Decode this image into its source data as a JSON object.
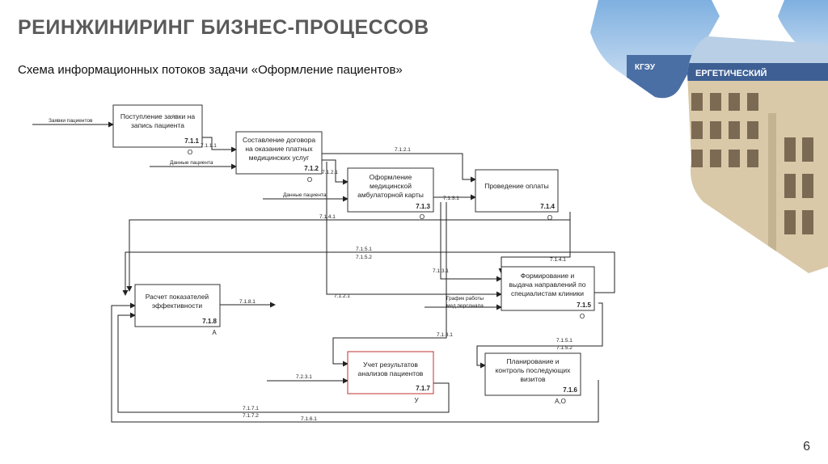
{
  "header": {
    "title": "РЕИНЖИНИРИНГ БИЗНЕС-ПРОЦЕССОВ",
    "subtitle": "Схема информационных потоков задачи «Оформление пациентов»"
  },
  "photo": {
    "sign_text": "ЕРГЕТИЧЕСКИЙ",
    "logo_text": "КГЭУ"
  },
  "page_number": "6",
  "boxes": [
    {
      "lines": [
        "Поступление заявки на",
        "запись пациента"
      ],
      "code": "7.1.1",
      "mark": "О"
    },
    {
      "lines": [
        "Составление договора",
        "на оказание платных",
        "медицинских услуг"
      ],
      "code": "7.1.2",
      "mark": "О"
    },
    {
      "lines": [
        "Оформление",
        "медицинской",
        "амбулаторной карты"
      ],
      "code": "7.1.3",
      "mark": "О"
    },
    {
      "lines": [
        "Проведение оплаты"
      ],
      "code": "7.1.4",
      "mark": "О"
    },
    {
      "lines": [
        "Формирование и",
        "выдача направлений по",
        "специалистам клиники"
      ],
      "code": "7.1.5",
      "mark": "О"
    },
    {
      "lines": [
        "Планирование и",
        "контроль последующих",
        "визитов"
      ],
      "code": "7.1.6",
      "mark": "А,О"
    },
    {
      "lines": [
        "Учет результатов",
        "анализов пациентов"
      ],
      "code": "7.1.7",
      "mark": "У"
    },
    {
      "lines": [
        "Расчет показателей",
        "эффективности"
      ],
      "code": "7.1.8",
      "mark": "А"
    }
  ],
  "inputs": {
    "requests": "Заявки пациентов",
    "patient_data_1": "Данные пациента",
    "patient_data_2": "Данные пациента",
    "schedule_1": "График работы",
    "schedule_2": "мед персонала"
  },
  "flows": {
    "f711": "7.1.1.1",
    "f7121": "7.1.2.1",
    "f7121b": "7.1.2.1",
    "f7121c": "7.1.2.1",
    "f7131": "7.1.3.1",
    "f7131b": "7.1.3.1",
    "f7131c": "7.1.3.1",
    "f7141": "7.1.4.1",
    "f7141b": "7.1.4.1",
    "f7151": "7.1.5.1",
    "f7152": "7.1.5.2",
    "f7151b": "7.1.5.1",
    "f7152b": "7.1.5.2",
    "f7161": "7.1.6.1",
    "f7171": "7.1.7.1",
    "f7172": "7.1.7.2",
    "f7181": "7.1.8.1",
    "f7231": "7.2.3.1"
  },
  "colors": {
    "title": "#5a5a5a",
    "box_border": "#333333",
    "box_highlight": "#c03030",
    "line": "#222222",
    "deco_sky": "#9fc3e6",
    "deco_building": "#d9c9a8"
  }
}
